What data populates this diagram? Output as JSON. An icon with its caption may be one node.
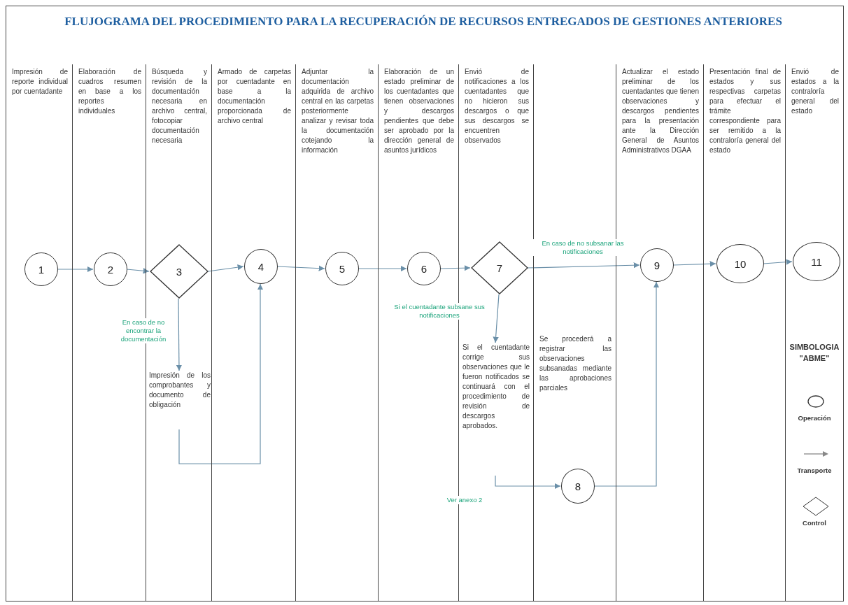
{
  "diagram": {
    "title": "FLUJOGRAMA DEL PROCEDIMIENTO PARA LA RECUPERACIÓN DE RECURSOS ENTREGADOS DE GESTIONES ANTERIORES",
    "nodes": [
      {
        "text": [
          "Impresión de reporte individual por cuentadante"
        ]
      },
      {
        "text": [
          "1"
        ],
        "in": 0
      },
      {
        "text": [
          "Elaboración de cuadros resumen en base a los reportes individuales"
        ]
      },
      {
        "text": [
          "2"
        ],
        "in": 2
      },
      {
        "text": [
          "Búsqueda y revisión de la documentación necesaria en archivo central, fotocopiar documentación necesaria"
        ]
      },
      {
        "text": [
          "3"
        ],
        "in": 4
      },
      {
        "text": [
          "Impresión de los comprobantes y documento de obligación"
        ],
        "in": 4
      },
      {
        "text": [
          "Armado de carpetas por cuentadante en base a la documentación proporcionada de archivo central"
        ]
      },
      {
        "text": [
          "4"
        ],
        "in": 7
      },
      {
        "text": [
          "Adjuntar la documentación adquirida de archivo central en las carpetas posteriormente analizar y revisar toda la documentación cotejando la información"
        ]
      },
      {
        "text": [
          "5"
        ],
        "in": 9
      },
      {
        "text": [
          "Elaboración de un estado preliminar de los cuentadantes que tienen observaciones y descargos pendientes que debe ser aprobado por la dirección general de asuntos jurídicos"
        ]
      },
      {
        "text": [
          "6"
        ],
        "in": 11
      },
      {
        "text": [
          "Envió de notificaciones a los cuentadantes que no hicieron sus descargos o que sus descargos se encuentren observados"
        ]
      },
      {
        "text": [
          "7"
        ],
        "in": 13
      },
      {
        "text": [
          "Si el cuentadante corrige sus observaciones que le fueron notificados se continuará con el procedimiento de revisión de descargos aprobados."
        ],
        "in": 13
      },
      {
        "text": [
          "Se procederá a registrar las observaciones subsanadas mediante las aprobaciones parciales"
        ]
      },
      {
        "text": [
          "8"
        ],
        "in": 16
      },
      {
        "text": [
          "Actualizar el estado preliminar de los cuentadantes que tienen observaciones y descargos pendientes para la presentación ante la Dirección General de Asuntos Administrativos DGAA"
        ]
      },
      {
        "text": [
          "9"
        ],
        "in": 18
      },
      {
        "text": [
          "Presentación final de estados y sus respectivas carpetas para efectuar el trámite correspondiente para ser remitido a la contraloría general del estado"
        ]
      },
      {
        "text": [
          "10"
        ],
        "in": 20
      },
      {
        "text": [
          "Envió de estados a la contraloría general del estado"
        ]
      },
      {
        "text": [
          "11"
        ],
        "in": 22
      }
    ],
    "edges": [
      {
        "from": 1,
        "to": 3,
        "arrow": "to"
      },
      {
        "from": 3,
        "to": 5,
        "arrow": "to"
      },
      {
        "from": 5,
        "to": 8,
        "arrow": "to"
      },
      {
        "from": 8,
        "to": 10,
        "arrow": "to"
      },
      {
        "from": 10,
        "to": 12,
        "arrow": "to"
      },
      {
        "from": 12,
        "to": 14,
        "arrow": "to"
      },
      {
        "from": 5,
        "to": 6,
        "arrow": "to",
        "label": "En caso de no encontrar la documentación"
      },
      {
        "from": 6,
        "to": 8,
        "arrow": "to"
      },
      {
        "from": 14,
        "to": 19,
        "arrow": "to",
        "label": "En caso de no subsanar las notificaciones"
      },
      {
        "from": 14,
        "to": 15,
        "arrow": "to",
        "label": "Si el cuentadante subsane sus notificaciones"
      },
      {
        "from": 15,
        "to": 17,
        "arrow": "to",
        "label": "Ver anexo 2"
      },
      {
        "from": 17,
        "to": 19,
        "arrow": "to"
      },
      {
        "from": 19,
        "to": 21,
        "arrow": "to"
      },
      {
        "from": 21,
        "to": 23,
        "arrow": "to"
      }
    ],
    "labels": [
      "SIMBOLOGIA \"ABME\""
    ],
    "legend": [
      {
        "text": "Operación"
      },
      {
        "text": "Transporte"
      },
      {
        "text": "Control"
      }
    ]
  }
}
